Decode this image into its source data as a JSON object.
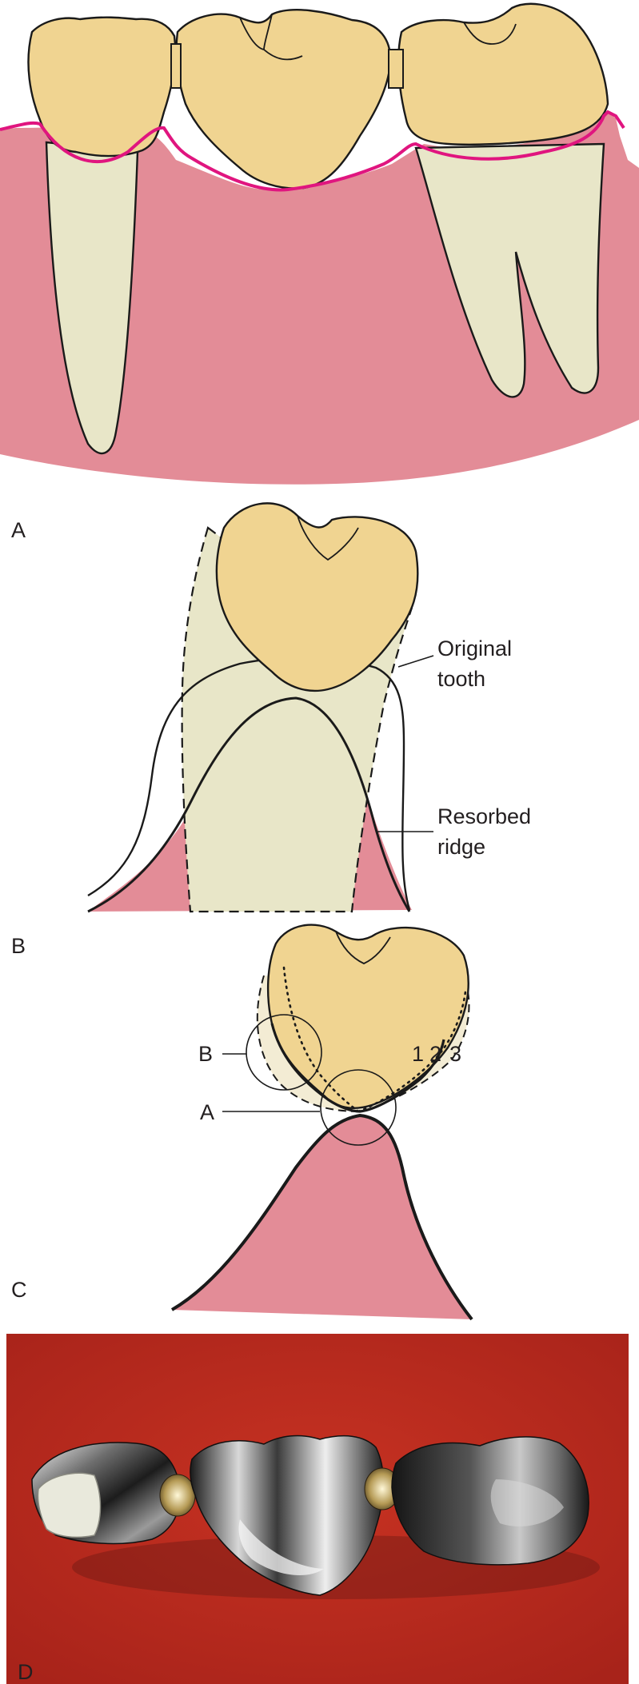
{
  "panels": {
    "a": {
      "letter": "A"
    },
    "b": {
      "letter": "B",
      "label_original": [
        "Original",
        "tooth"
      ],
      "label_resorbed": [
        "Resorbed",
        "ridge"
      ]
    },
    "c": {
      "letter": "C",
      "callout_b": "B",
      "callout_a": "A",
      "outline_numbers": [
        "1",
        "2",
        "3"
      ]
    },
    "d": {
      "letter": "D"
    }
  },
  "colors": {
    "crown": "#f0d491",
    "root": "#e8e6c8",
    "gingiva": "#e38c97",
    "gingival_margin": "#e0157f",
    "photo_background": "#b8281c",
    "outline": "#1a1a1a"
  }
}
